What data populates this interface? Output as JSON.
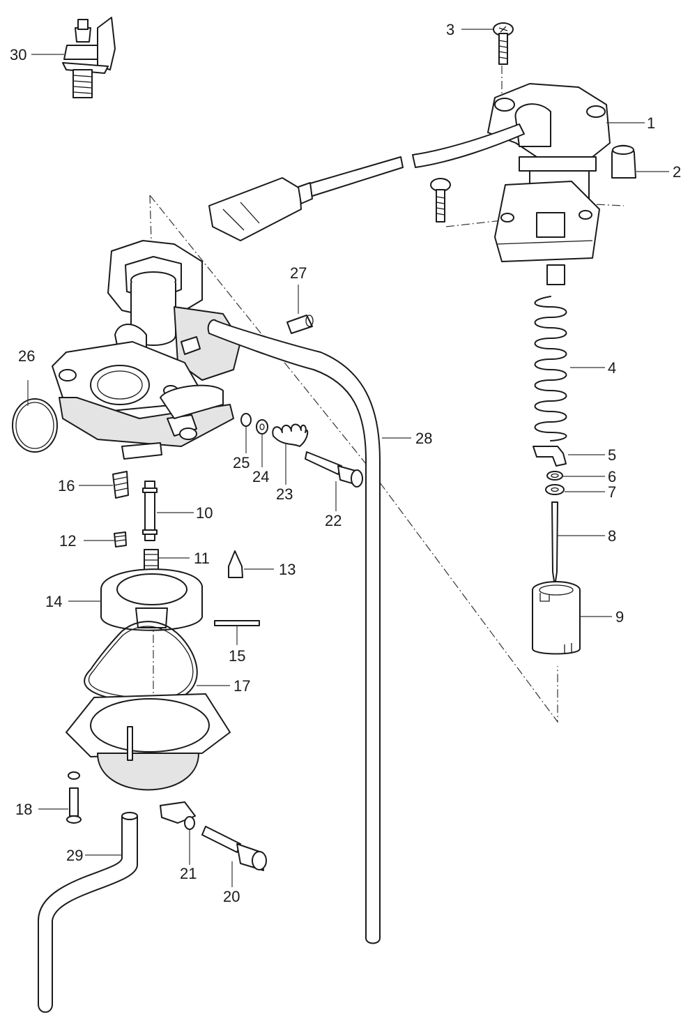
{
  "callouts": [
    "1",
    "2",
    "3",
    "4",
    "5",
    "6",
    "7",
    "8",
    "9",
    "10",
    "11",
    "12",
    "13",
    "14",
    "15",
    "16",
    "17",
    "18",
    "20",
    "21",
    "22",
    "23",
    "24",
    "25",
    "26",
    "27",
    "28",
    "29",
    "30"
  ]
}
